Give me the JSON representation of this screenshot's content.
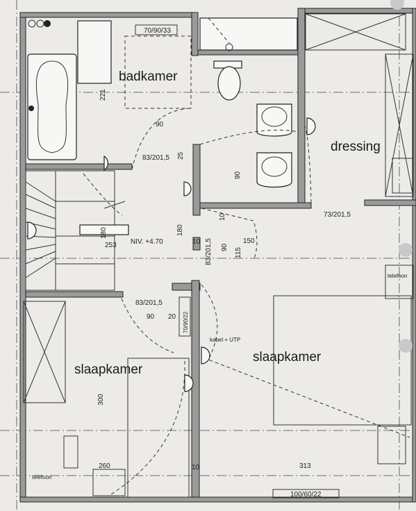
{
  "rooms": {
    "bathroom": "badkamer",
    "dressing": "dressing",
    "bedroom_small": "slaapkamer",
    "bedroom_large": "slaapkamer"
  },
  "labels": {
    "window_top": "70/90/33",
    "window_bottom": "100/60/22",
    "window_side": "70/90/22",
    "level": "NIV. +4.70",
    "phone_left": "telefoon",
    "phone_right": "telefoon",
    "cable": "kabel + UTP"
  },
  "dimensions": {
    "d_221": "221",
    "d_90_bath": "90",
    "d_door_bath": "83/201,5",
    "d_25": "25",
    "d_10_a": "10",
    "d_90_vert": "90",
    "d_door_dressing": "73/201,5",
    "d_180_a": "180",
    "d_180_b": "180",
    "d_253": "253",
    "d_10_b": "10",
    "d_door_hall": "83/201,5",
    "d_90_hall": "90",
    "d_115": "115",
    "d_150": "150",
    "d_door_bed": "83/201,5",
    "d_90_bed": "90",
    "d_20": "20",
    "d_300": "300",
    "d_260": "260",
    "d_10_c": "10",
    "d_313": "313"
  },
  "colors": {
    "paper": "#ecebe8",
    "wall": "#9a9a9a",
    "ink": "#222222"
  }
}
